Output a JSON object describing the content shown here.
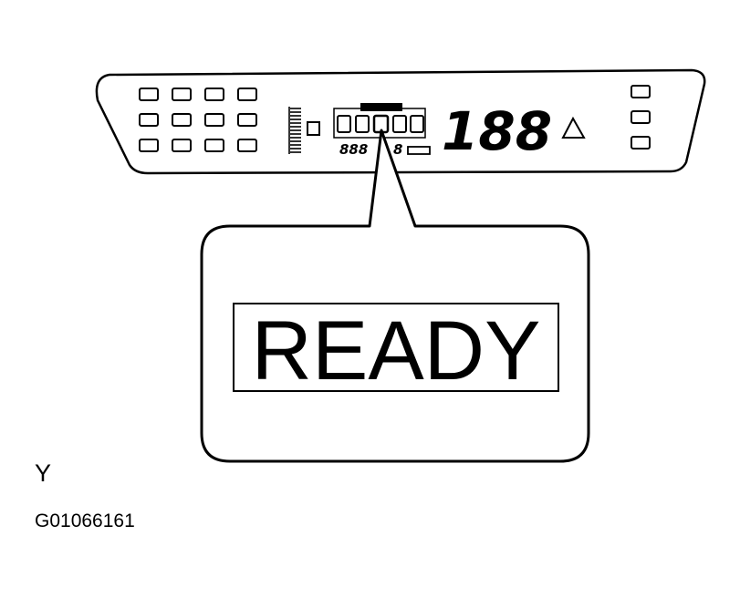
{
  "callout": {
    "label": "READY"
  },
  "display": {
    "speed_digits": "188",
    "small_digits": "888",
    "small_digit_single": "8",
    "warning_symbol": "warning-triangle-icon"
  },
  "caption": {
    "view_letter": "Y",
    "figure_code": "G01066161"
  },
  "colors": {
    "ink": "#000000",
    "paper": "#ffffff"
  }
}
